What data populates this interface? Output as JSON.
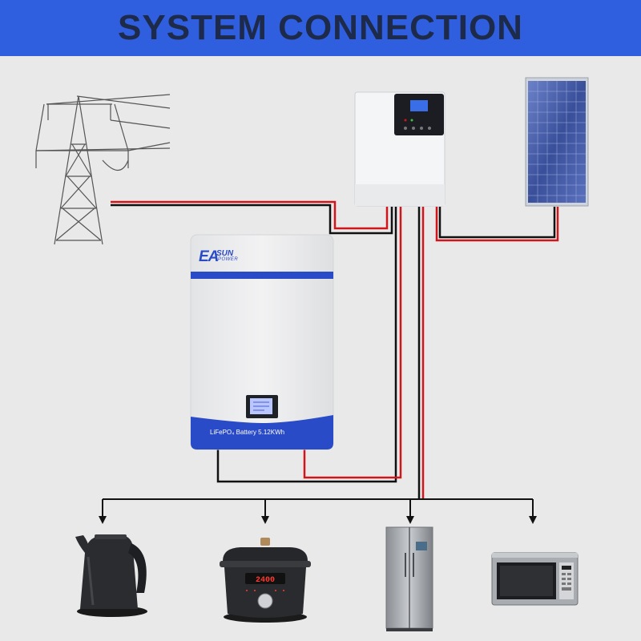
{
  "header": {
    "title": "SYSTEM CONNECTION"
  },
  "battery": {
    "brand_ea": "EA",
    "brand_sun": "SUN",
    "brand_power": "POWER",
    "label": "LiFePO₄ Battery 5.12KWh"
  },
  "icons": [
    "power-tower-icon",
    "inverter-icon",
    "solar-panel-icon",
    "battery-icon",
    "kettle-icon",
    "rice-cooker-icon",
    "refrigerator-icon",
    "microwave-icon"
  ],
  "colors": {
    "header_bg": "#2f5fde",
    "header_text": "#1d2a49",
    "background": "#e9e9ea",
    "wire_red": "#d0161b",
    "wire_black": "#111111",
    "battery_blue": "#2a4bc7"
  },
  "cooker": {
    "display": "2400"
  }
}
